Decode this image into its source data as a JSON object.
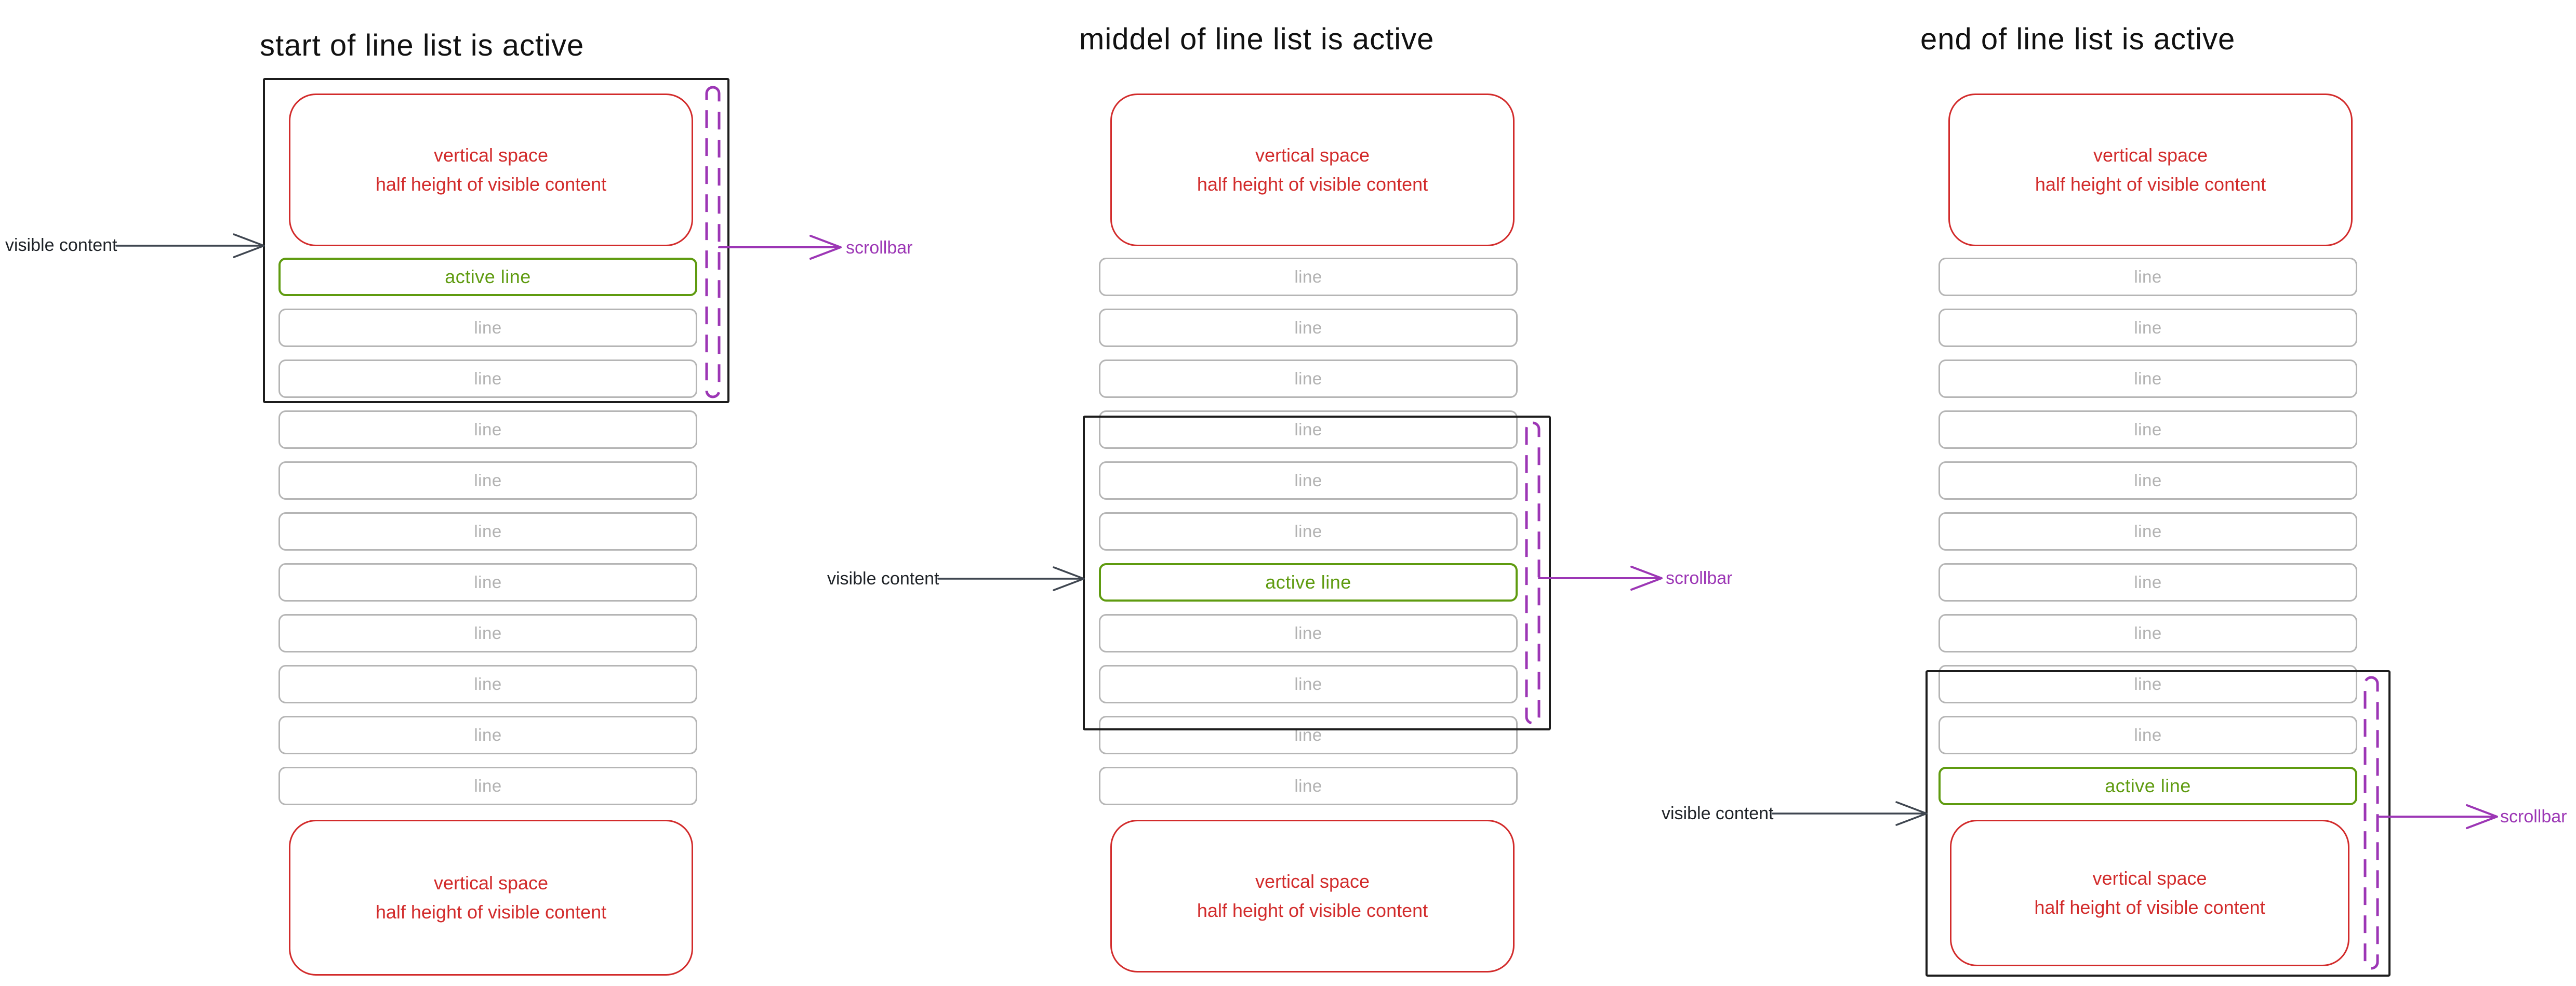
{
  "labels": {
    "line": "line",
    "active_line": "active line",
    "visible_content": "visible content",
    "scrollbar": "scrollbar",
    "vspace_line1": "vertical space",
    "vspace_line2": "half height of visible content"
  },
  "panels": [
    {
      "title": "start of line list is active",
      "rows_total": 11,
      "active_row": 1
    },
    {
      "title": "middel of line list is active",
      "rows_total": 11,
      "active_row": 7
    },
    {
      "title": "end of line list is active",
      "rows_total": 11,
      "active_row": 11
    }
  ],
  "colors": {
    "red": "#d22b2b",
    "green": "#5f9b10",
    "gray": "#b5b5b5",
    "purple": "#9c36b5",
    "ink": "#1c1c1c",
    "arrow": "#3f4650",
    "background": "#ffffff"
  }
}
